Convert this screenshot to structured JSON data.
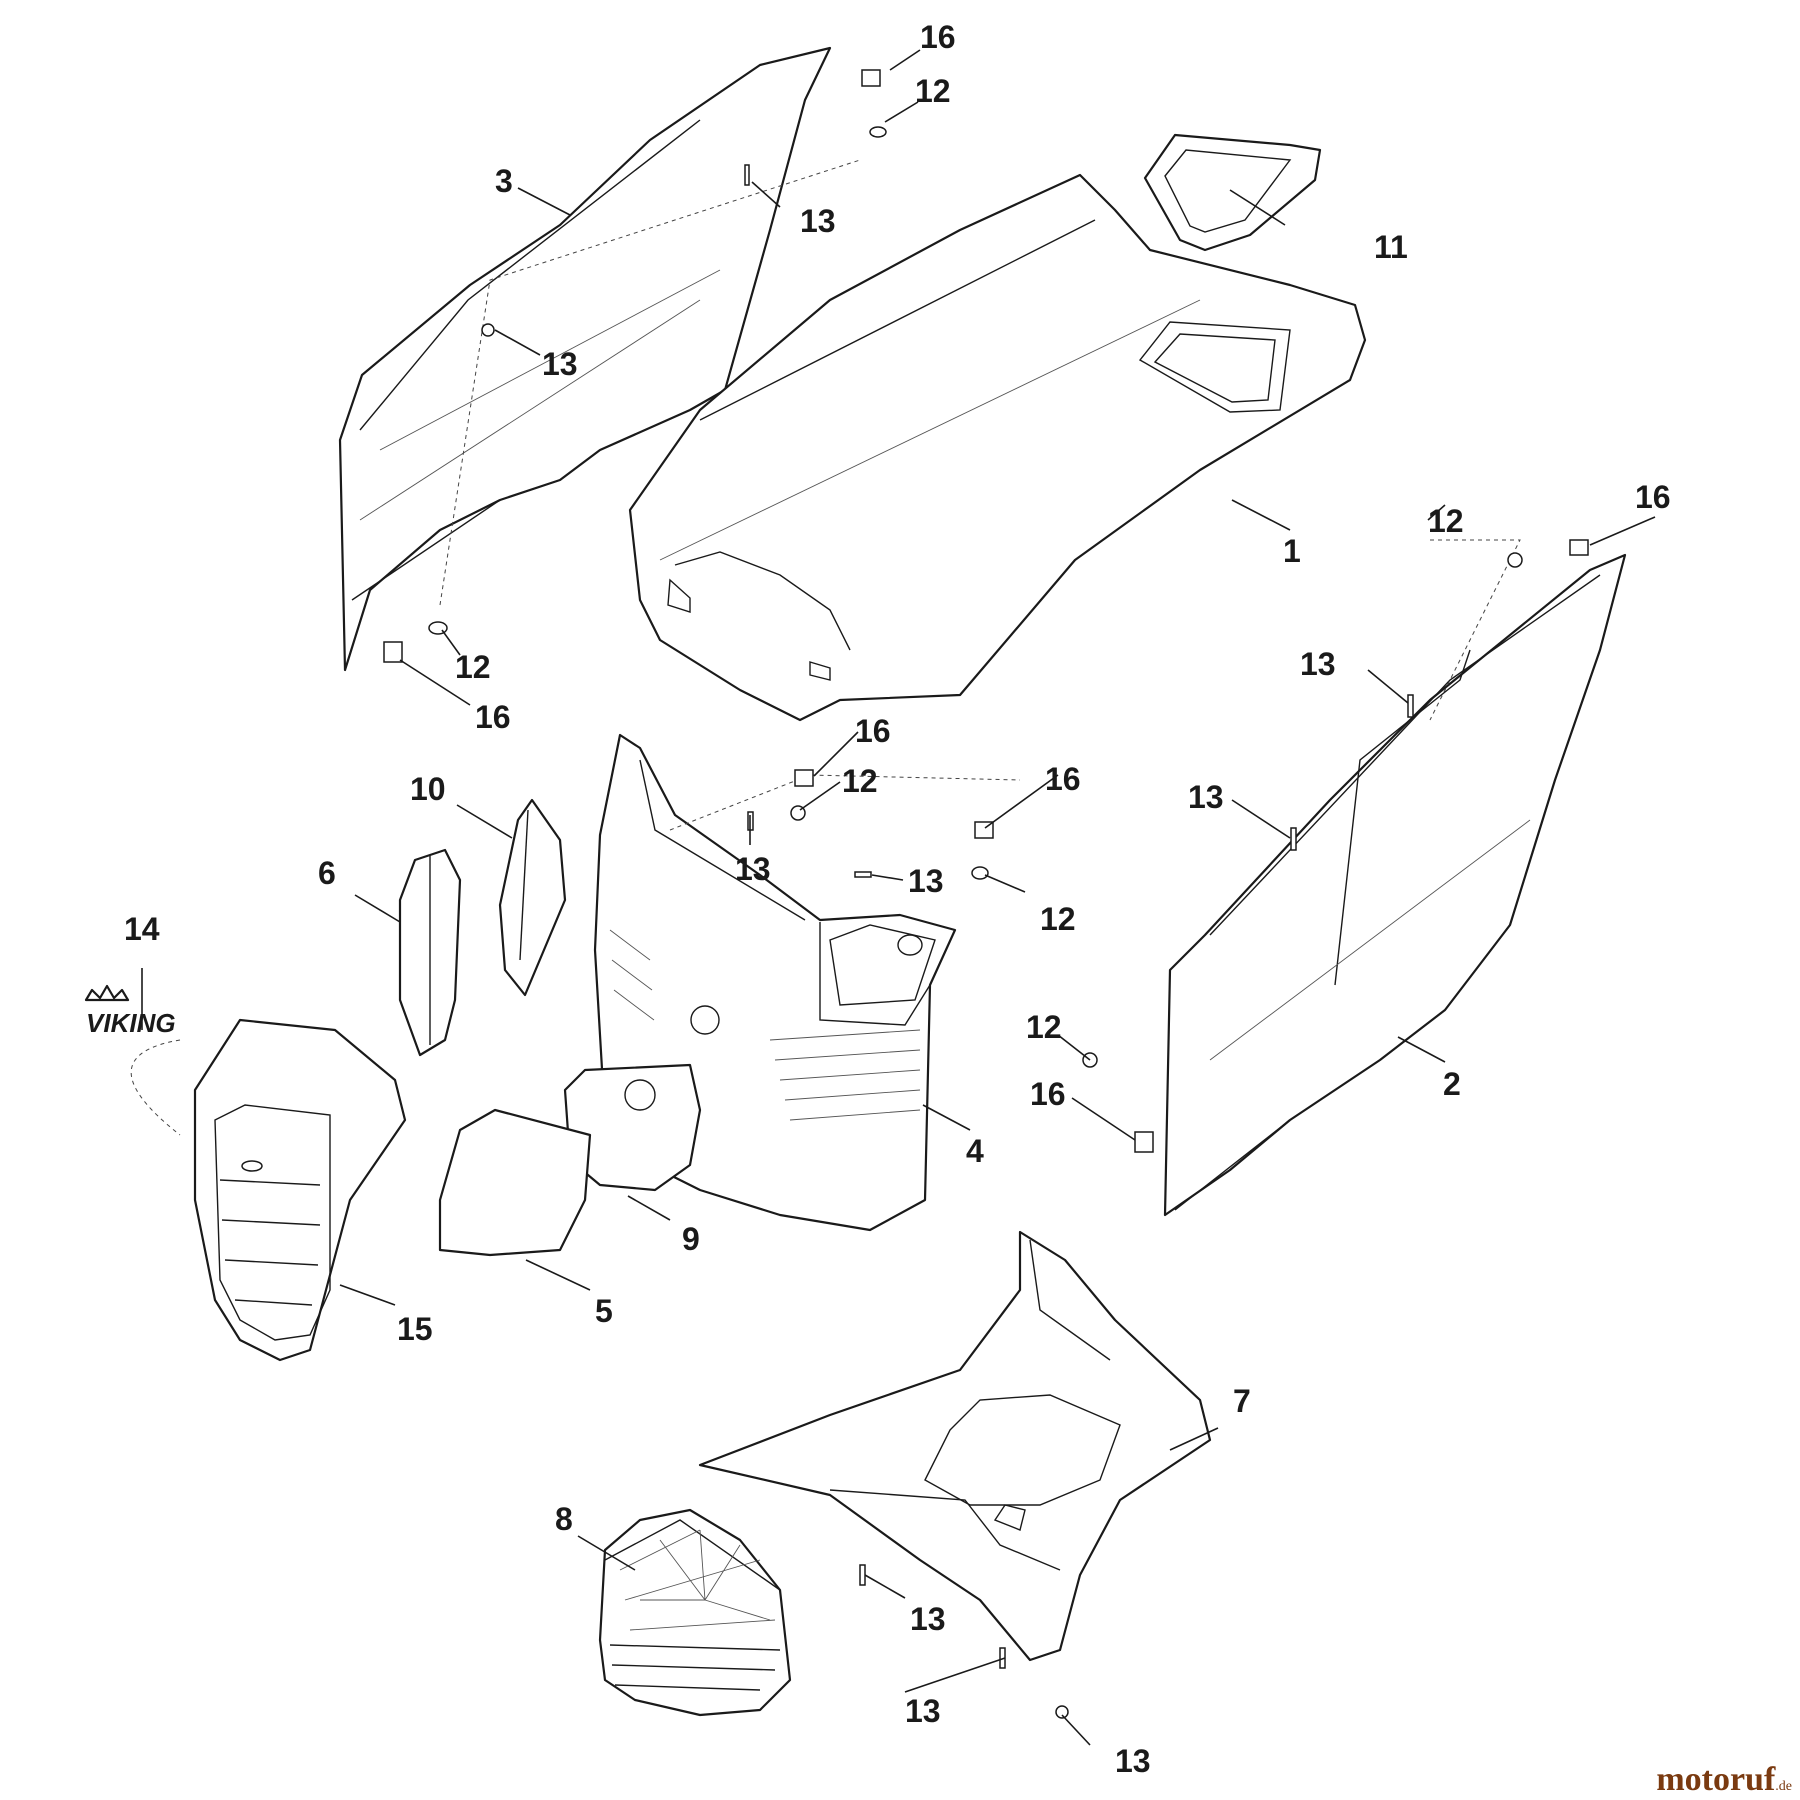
{
  "diagram": {
    "brand_text": "VIKING",
    "callouts": {
      "p1": "1",
      "p2": "2",
      "p3": "3",
      "p4": "4",
      "p5": "5",
      "p6": "6",
      "p7": "7",
      "p8": "8",
      "p9": "9",
      "p10": "10",
      "p11": "11",
      "p14": "14",
      "p15": "15",
      "p12a": "12",
      "p12b": "12",
      "p12c": "12",
      "p12d": "12",
      "p12e": "12",
      "p12f": "12",
      "p13a": "13",
      "p13b": "13",
      "p13c": "13",
      "p13d": "13",
      "p13e": "13",
      "p13f": "13",
      "p13g": "13",
      "p13h": "13",
      "p13i": "13",
      "p16a": "16",
      "p16b": "16",
      "p16c": "16",
      "p16d": "16",
      "p16e": "16",
      "p16f": "16"
    }
  },
  "watermark": {
    "name": "motoruf",
    "suffix": ".de"
  }
}
